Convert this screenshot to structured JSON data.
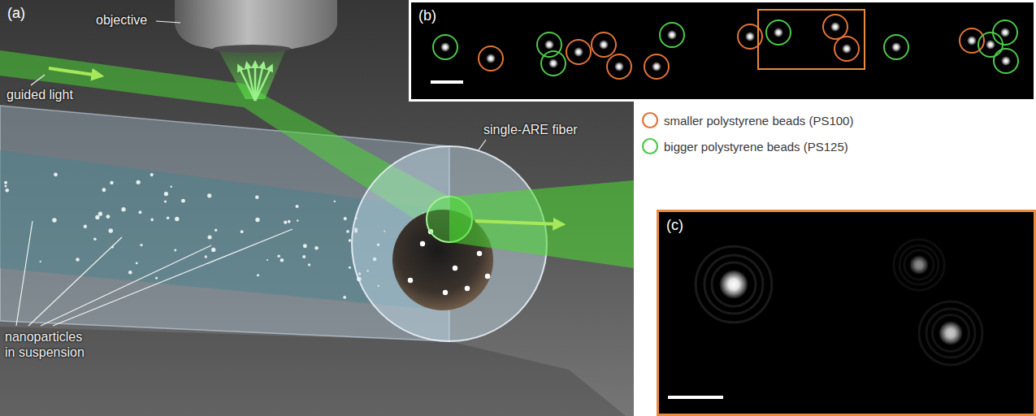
{
  "diagram": {
    "nodes": [
      {
        "text": [
          "(a)"
        ]
      },
      {
        "text": [
          "(b)"
        ]
      },
      {
        "text": [
          "(c)"
        ]
      }
    ],
    "labels": [
      "objective",
      "guided light",
      "single-ARE fiber",
      "nanoparticles in suspension"
    ],
    "legend": [
      {
        "text": "smaller polystyrene beads (PS100)",
        "color": "#e2743a"
      },
      {
        "text": "bigger polystyrene beads (PS125)",
        "color": "#4ec94a"
      }
    ]
  }
}
